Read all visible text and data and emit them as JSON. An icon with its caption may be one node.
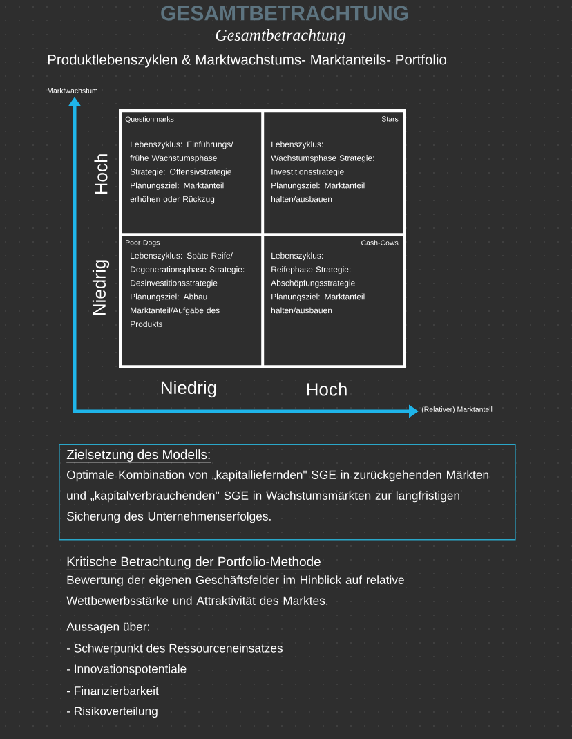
{
  "diagram": {
    "title": "Gesamtbetrachtung",
    "nodes": [
      {
        "text": [
          "Questionmarks",
          "Lebenszyklus: Einführungs/ frühe Wachstumsphase Strategie: Offensivstrategie Planungsziel: Marktanteil erhöhen oder Rückzug"
        ]
      },
      {
        "text": [
          "Stars",
          "Lebenszyklus: Wachstumsphase Strategie: Investitionsstrategie Planungsziel: Marktanteil halten/ausbauen"
        ]
      },
      {
        "text": [
          "Poor-Dogs",
          "Lebenszyklus: Späte Reife/ Degenerationsphase Strategie: Desinvestitionsstrategie Planungsziel: Abbau Marktanteil/Aufgabe des Produkts"
        ]
      },
      {
        "text": [
          "Cash-Cows",
          "Lebenszyklus: Reifephase Strategie: Abschöpfungsstrategie Planungsziel: Marktanteil halten/ausbauen"
        ]
      },
      {
        "text": [
          "Zielsetzung des Modells:",
          "Optimale Kombination von „kapitalliefernden\" SGE in zurückgehenden Märkten und „kapitalverbrauchenden\" SGE in Wachstumsmärkten zur langfristigen Sicherung des Unternehmenserfolges."
        ]
      }
    ],
    "labels": [
      "GESAMTBETRACHTUNG",
      "Produktlebenszyklen & Marktwachstums- Marktanteils- Portfolio",
      "Marktwachstum",
      "Hoch",
      "Niedrig",
      "Niedrig",
      "Hoch",
      "(Relativer) Marktanteil",
      "Kritische Betrachtung der Portfolio-Methode",
      "Bewertung der eigenen Geschäftsfelder im Hinblick auf relative Wettbewerbsstärke und Attraktivität des Marktes.",
      "Aussagen über:",
      "- Schwerpunkt des Ressourceneinsatzes",
      "- Innovationspotentiale",
      "- Finanzierbarkeit",
      "- Risikoverteilung"
    ]
  }
}
